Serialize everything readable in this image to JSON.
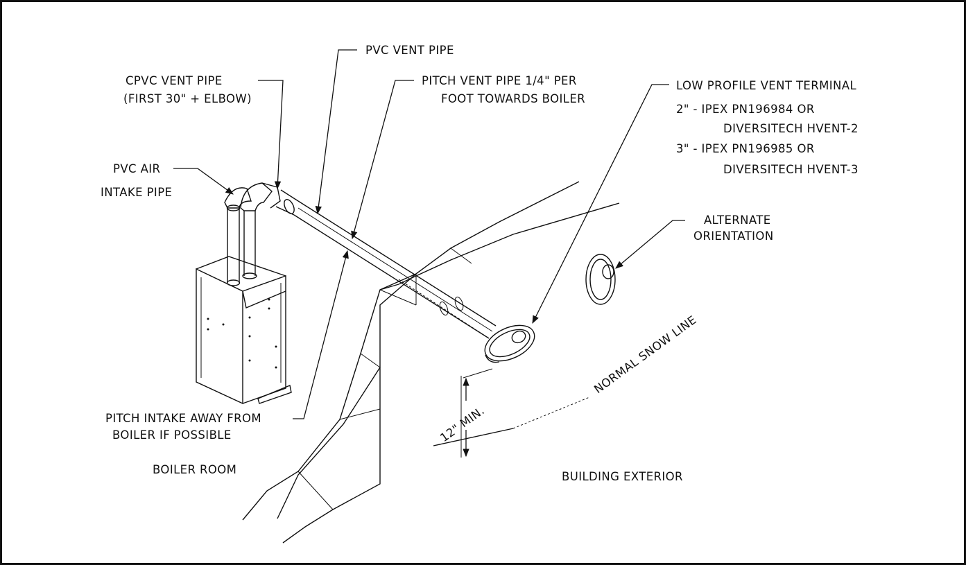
{
  "labels": {
    "pvc_vent_pipe": "PVC VENT PIPE",
    "cpvc_line1": "CPVC VENT PIPE",
    "cpvc_line2": "(FIRST 30\" + ELBOW)",
    "pitch_vent_line1": "PITCH VENT PIPE 1/4\" PER",
    "pitch_vent_line2": "FOOT TOWARDS BOILER",
    "terminal_line1": "LOW PROFILE VENT TERMINAL",
    "terminal_line2": "2\" - IPEX PN196984 OR",
    "terminal_line3": "DIVERSITECH HVENT-2",
    "terminal_line4": "3\" - IPEX PN196985 OR",
    "terminal_line5": "DIVERSITECH HVENT-3",
    "pvc_air_line1": "PVC AIR",
    "pvc_air_line2": "INTAKE PIPE",
    "alternate_line1": "ALTERNATE",
    "alternate_line2": "ORIENTATION",
    "snow_line": "NORMAL SNOW LINE",
    "min_clearance": "12\" MIN.",
    "pitch_intake_line1": "PITCH INTAKE AWAY FROM",
    "pitch_intake_line2": "BOILER IF POSSIBLE",
    "boiler_room": "BOILER ROOM",
    "building_exterior": "BUILDING EXTERIOR"
  }
}
